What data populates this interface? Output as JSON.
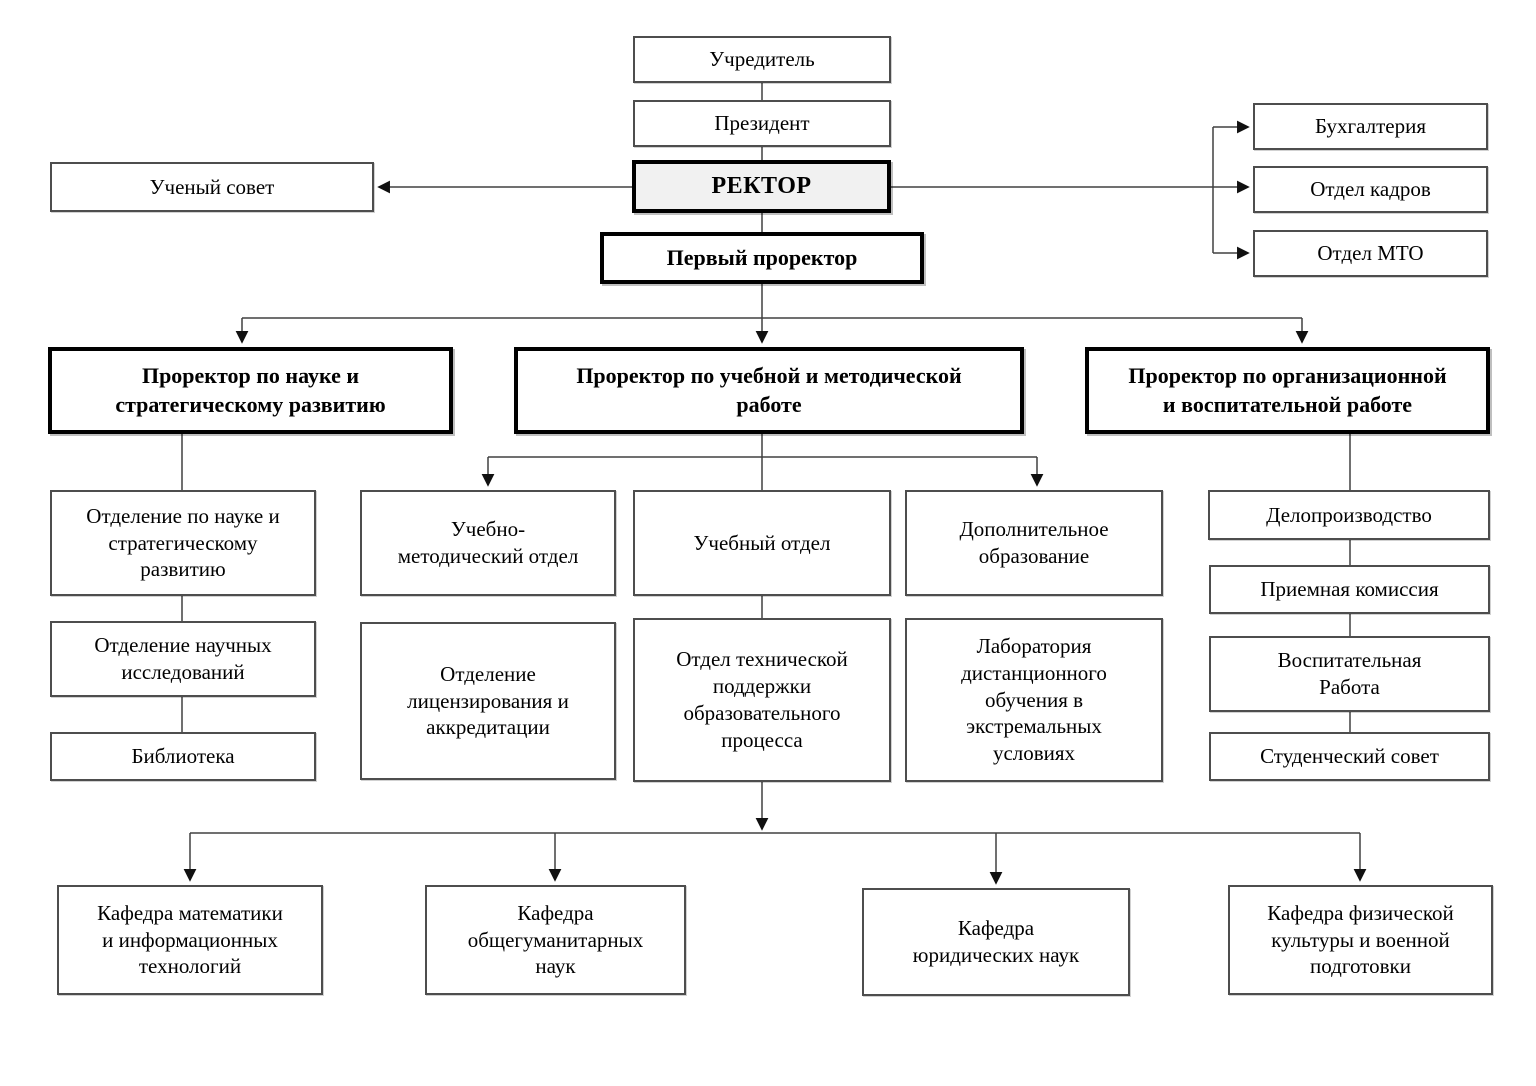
{
  "colors": {
    "background": "#ffffff",
    "box_fill": "#ffffff",
    "box_border": "#4d4d4d",
    "bold_border": "#000000",
    "rector_fill": "#f1f1f1",
    "line": "#404040",
    "arrow": "#111111"
  },
  "governance": {
    "founder": "Учредитель",
    "president": "Президент",
    "rector": "РЕКТОР",
    "academic_council": "Ученый совет",
    "first_vice_rector": "Первый проректор"
  },
  "rector_services": {
    "accounting": "Бухгалтерия",
    "hr_dept": "Отдел кадров",
    "logistics_dept": "Отдел МТО"
  },
  "branches": {
    "science": {
      "head": "Проректор по науке и\nстратегическому развитию",
      "science_strategy_dept": "Отделение по науке и\nстратегическому\nразвитию",
      "research_dept": "Отделение научных\nисследований",
      "library": "Библиотека"
    },
    "education": {
      "head": "Проректор по учебной и методической\nработе",
      "edu_method_dept": "Учебно-\nметодический отдел",
      "edu_dept": "Учебный отдел",
      "additional_edu": "Дополнительное\nобразование",
      "licensing_dept": "Отделение\nлицензирования и\nаккредитации",
      "tech_support_dept": "Отдел технической\nподдержки\nобразовательного\nпроцесса",
      "distance_lab": "Лаборатория\nдистанционного\nобучения в\nэкстремальных\nусловиях"
    },
    "organizational": {
      "head": "Проректор по организационной\nи воспитательной работе",
      "records_office": "Делопроизводство",
      "admissions_committee": "Приемная комиссия",
      "upbringing_work": "Воспитательная\nРабота",
      "student_council": "Студенческий совет"
    }
  },
  "departments": {
    "math_it": "Кафедра математики\nи информационных\nтехнологий",
    "humanities": "Кафедра\nобщегуманитарных\nнаук",
    "law": "Кафедра\nюридических наук",
    "physical_military": "Кафедра физической\nкультуры и военной\nподготовки"
  }
}
